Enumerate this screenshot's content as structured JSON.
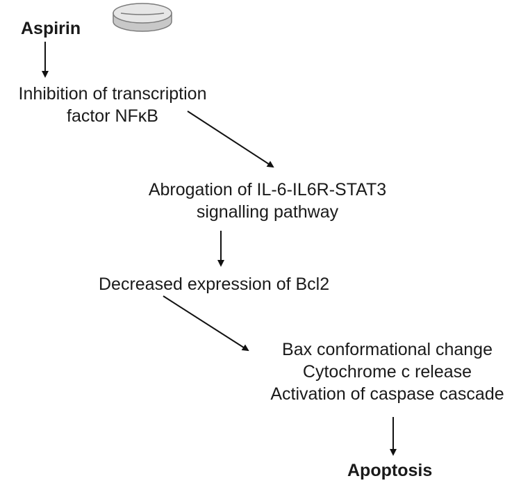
{
  "diagram": {
    "start": "Aspirin",
    "step1": [
      "Inhibition of transcription",
      "factor NFκB"
    ],
    "step2": [
      "Abrogation of IL-6-IL6R-STAT3",
      "signalling pathway"
    ],
    "step3": "Decreased expression of Bcl2",
    "step4": [
      "Bax conformational change",
      "Cytochrome c release",
      "Activation of caspase cascade"
    ],
    "end": "Apoptosis"
  },
  "colors": {
    "text": "#1a1a1a",
    "arrow": "#111111",
    "tablet_top": "#e6e6e6",
    "tablet_side": "#c8c8c8",
    "tablet_outline": "#7a7a7a"
  },
  "icons": {
    "tablet": "pill-icon"
  }
}
